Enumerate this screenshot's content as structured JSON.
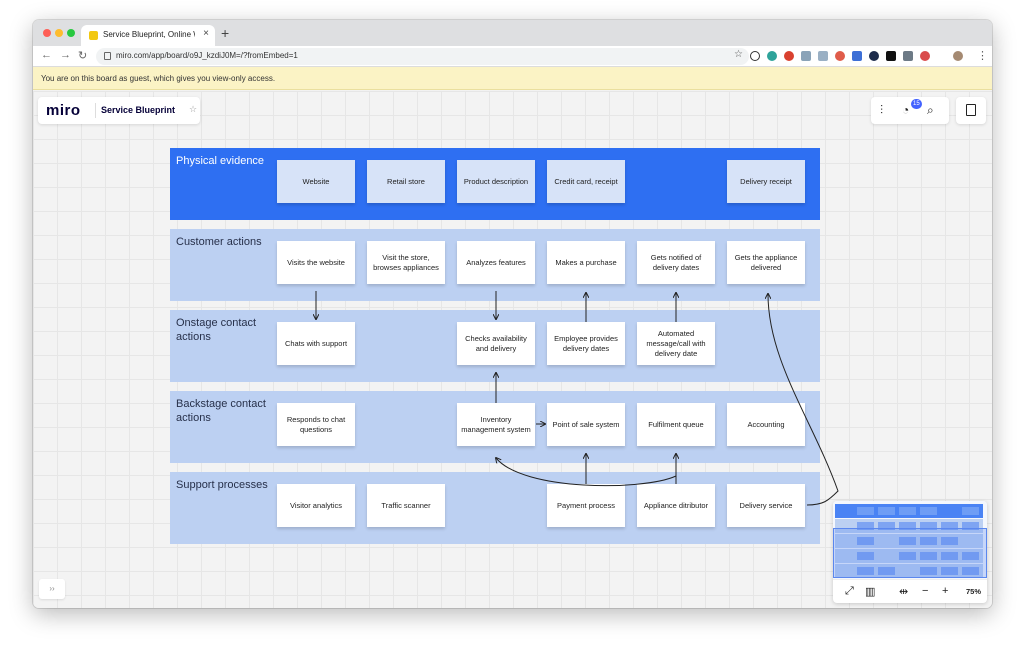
{
  "browser": {
    "tab_title": "Service Blueprint, Online Whiteb",
    "tab_close": "×",
    "new_tab": "+",
    "url": "miro.com/app/board/o9J_kzdiJ0M=/?fromEmbed=1",
    "back": "←",
    "forward": "→",
    "reload": "↻",
    "star": "☆",
    "menu": "⋮"
  },
  "banner": {
    "text": "You are on this board as guest, which gives you view-only access."
  },
  "app": {
    "logo": "miro",
    "board_title": "Service Blueprint",
    "board_star": "☆",
    "notification_count": "15"
  },
  "blueprint": {
    "lanes": [
      {
        "title": "Physical evidence",
        "notes": [
          "Website",
          "Retail store",
          "Product description",
          "Credit card, receipt",
          "Delivery receipt"
        ]
      },
      {
        "title": "Customer actions",
        "notes": [
          "Visits the website",
          "Visit the store, browses appliances",
          "Analyzes features",
          "Makes a purchase",
          "Gets notified of delivery dates",
          "Gets the appliance delivered"
        ]
      },
      {
        "title": "Onstage contact actions",
        "notes": [
          "Chats with support",
          "Checks availability and delivery",
          "Employee provides delivery dates",
          "Automated message/call with delivery date"
        ]
      },
      {
        "title": "Backstage contact actions",
        "notes": [
          "Responds to chat questions",
          "Inventory management system",
          "Point of sale system",
          "Fulfilment queue",
          "Accounting"
        ]
      },
      {
        "title": "Support processes",
        "notes": [
          "Visitor analytics",
          "Traffic scanner",
          "Payment process",
          "Appliance ditributor",
          "Delivery service"
        ]
      }
    ]
  },
  "minimap": {
    "zoom": "75%"
  },
  "icons": {
    "sidebar_toggle": "››",
    "fullscreen": "⤢",
    "map": "▥",
    "fit": "⇹",
    "zoom_out": "−",
    "zoom_in": "+",
    "search": "⌕",
    "settings": "⫶"
  },
  "colors": {
    "physical_lane": "#2e6ff2",
    "lane": "#bcd0f2",
    "banner": "#fbf3c5",
    "accent": "#4262ff"
  }
}
